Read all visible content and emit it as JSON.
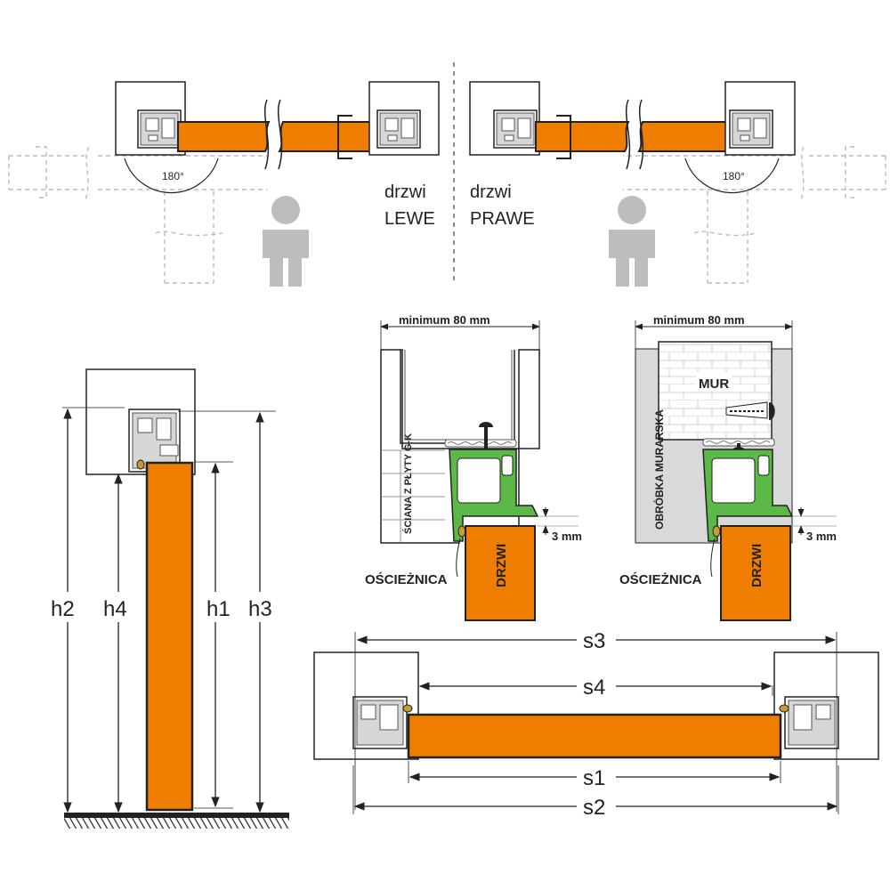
{
  "colors": {
    "door": "#EE7D00",
    "frame_green": "#5CB847",
    "seal": "#C99A2E",
    "aluminium": "#D3D3D3",
    "outline": "#222222",
    "dashed": "#BBBBBB",
    "masonry_bg": "#D9D9D9",
    "person": "#BDBDBD"
  },
  "top": {
    "left": {
      "line1": "drzwi",
      "line2": "LEWE",
      "angle": "180°"
    },
    "right": {
      "line1": "drzwi",
      "line2": "PRAWE",
      "angle": "180°"
    }
  },
  "heights": {
    "h2": "h2",
    "h4": "h4",
    "h1": "h1",
    "h3": "h3"
  },
  "sections": {
    "gk": {
      "minimum": "minimum 80 mm",
      "wall_label": "ŚCIANA Z PŁYTY G-K",
      "gap": "3 mm",
      "frame": "OŚCIEŻNICA",
      "door": "DRZWI"
    },
    "masonry": {
      "minimum": "minimum 80 mm",
      "wall_label": "MUR",
      "finish_label": "OBRÓBKA MURARSKA",
      "gap": "3 mm",
      "frame": "OŚCIEŻNICA",
      "door": "DRZWI"
    }
  },
  "widths": {
    "s3": "s3",
    "s4": "s4",
    "s1": "s1",
    "s2": "s2"
  }
}
